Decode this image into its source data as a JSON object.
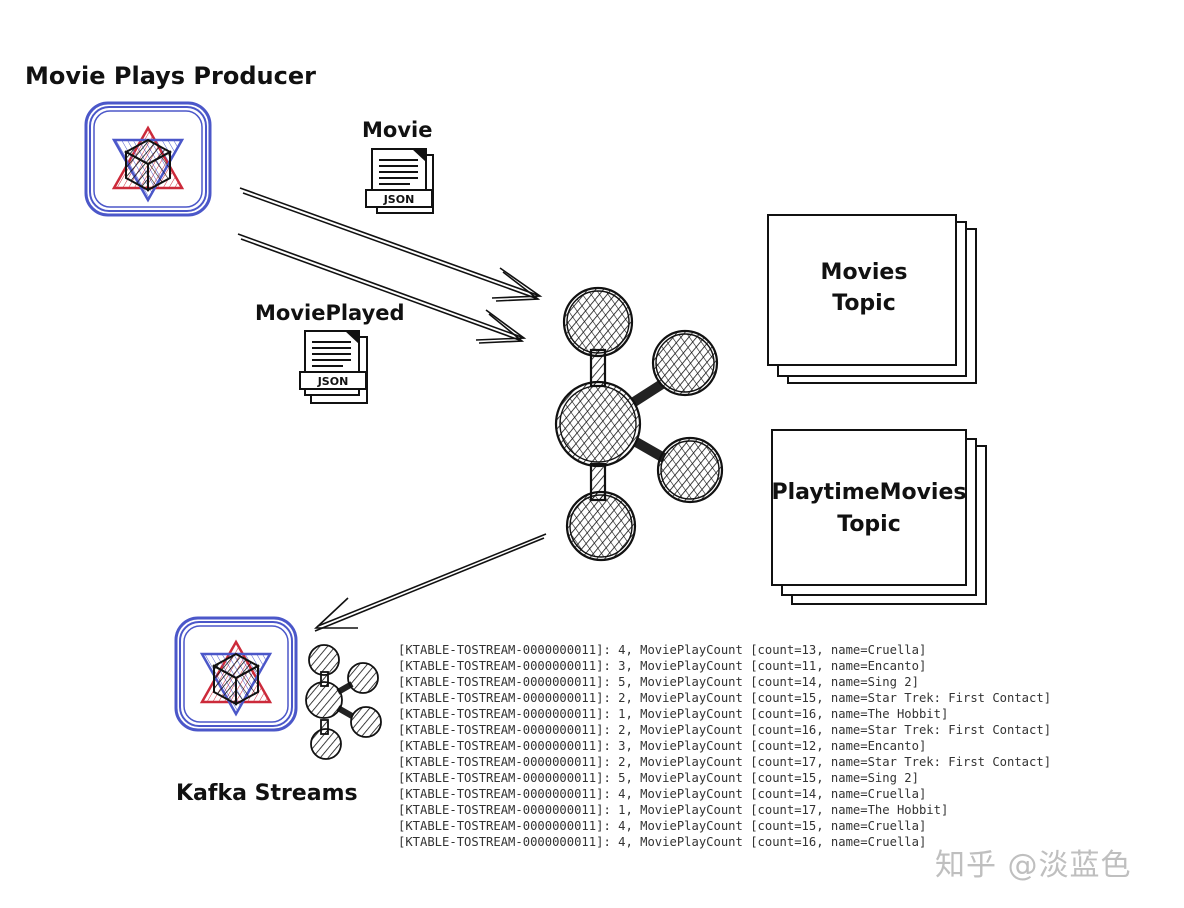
{
  "producer": {
    "title": "Movie Plays Producer"
  },
  "messages": {
    "movie": {
      "label": "Movie",
      "badge": "JSON"
    },
    "movie_played": {
      "label": "MoviePlayed",
      "badge": "JSON"
    }
  },
  "topics": {
    "movies": {
      "line1": "Movies",
      "line2": "Topic"
    },
    "playtime": {
      "line1": "PlaytimeMovies",
      "line2": "Topic"
    }
  },
  "streams": {
    "title": "Kafka Streams"
  },
  "log_lines": [
    "[KTABLE-TOSTREAM-0000000011]: 4, MoviePlayCount [count=13, name=Cruella]",
    "[KTABLE-TOSTREAM-0000000011]: 3, MoviePlayCount [count=11, name=Encanto]",
    "[KTABLE-TOSTREAM-0000000011]: 5, MoviePlayCount [count=14, name=Sing 2]",
    "[KTABLE-TOSTREAM-0000000011]: 2, MoviePlayCount [count=15, name=Star Trek: First Contact]",
    "[KTABLE-TOSTREAM-0000000011]: 1, MoviePlayCount [count=16, name=The Hobbit]",
    "[KTABLE-TOSTREAM-0000000011]: 2, MoviePlayCount [count=16, name=Star Trek: First Contact]",
    "[KTABLE-TOSTREAM-0000000011]: 3, MoviePlayCount [count=12, name=Encanto]",
    "[KTABLE-TOSTREAM-0000000011]: 2, MoviePlayCount [count=17, name=Star Trek: First Contact]",
    "[KTABLE-TOSTREAM-0000000011]: 5, MoviePlayCount [count=15, name=Sing 2]",
    "[KTABLE-TOSTREAM-0000000011]: 4, MoviePlayCount [count=14, name=Cruella]",
    "[KTABLE-TOSTREAM-0000000011]: 1, MoviePlayCount [count=17, name=The Hobbit]",
    "[KTABLE-TOSTREAM-0000000011]: 4, MoviePlayCount [count=15, name=Cruella]",
    "[KTABLE-TOSTREAM-0000000011]: 4, MoviePlayCount [count=16, name=Cruella]"
  ],
  "watermark": "知乎 @淡蓝色",
  "colors": {
    "blue": "#4b57c9",
    "red": "#cc2a3a",
    "ink": "#111111"
  }
}
